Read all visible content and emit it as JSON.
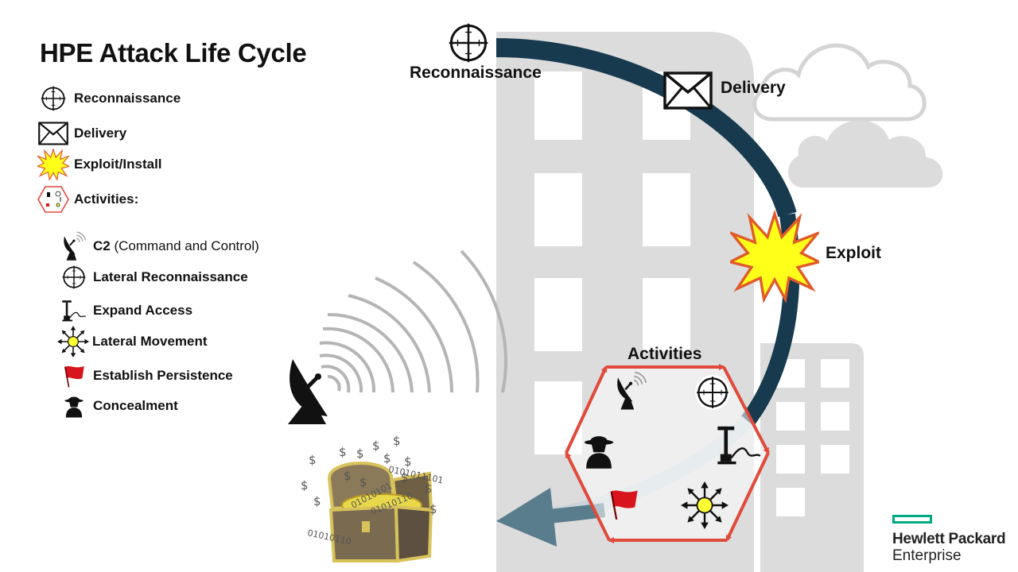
{
  "legend": {
    "title": "HPE Attack Life Cycle",
    "items": [
      {
        "icon": "crosshair-icon",
        "label": "Reconnaissance"
      },
      {
        "icon": "envelope-icon",
        "label": "Delivery"
      },
      {
        "icon": "explosion-icon",
        "label": "Exploit/Install"
      },
      {
        "icon": "activities-hexagon-icon",
        "label": "Activities:"
      }
    ],
    "sub_items": [
      {
        "icon": "satellite-dish-icon",
        "label_bold": "C2",
        "label_rest": " (Command and Control)"
      },
      {
        "icon": "crosshair-icon",
        "label_bold": "Lateral Reconnaissance",
        "label_rest": ""
      },
      {
        "icon": "pump-icon",
        "label_bold": "Expand Access",
        "label_rest": ""
      },
      {
        "icon": "arrows-compass-icon",
        "label_bold": "Lateral Movement",
        "label_rest": ""
      },
      {
        "icon": "red-flag-icon",
        "label_bold": "Establish Persistence",
        "label_rest": ""
      },
      {
        "icon": "spy-icon",
        "label_bold": "Concealment",
        "label_rest": ""
      }
    ]
  },
  "diagram": {
    "labels": {
      "reconnaissance": "Reconnaissance",
      "delivery": "Delivery",
      "exploit": "Exploit",
      "activities": "Activities"
    },
    "chest_text": [
      "01010101",
      "01010110",
      "0101011101",
      "01010110"
    ]
  },
  "brand": {
    "line1": "Hewlett Packard",
    "line2": "Enterprise",
    "accent": "#01a982"
  },
  "colors": {
    "arc_dark": "#173a4e",
    "arc_light": "#5a7d8e",
    "hexagon": "#e04a3a",
    "explosion_fill": "#ffff1a",
    "explosion_stroke": "#e05a2a",
    "building": "#dcdcdc",
    "signal": "#b5b5b5"
  }
}
